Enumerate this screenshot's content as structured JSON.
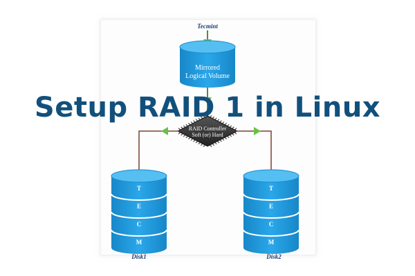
{
  "title": "Setup RAID 1 in Linux",
  "source_label": "Tecmint",
  "volume": {
    "line1": "Mirrored",
    "line2": "Logical Volume"
  },
  "controller": {
    "line1": "RAID Controller",
    "line2": "Soft (or) Hard"
  },
  "disks": [
    {
      "name": "Disk1",
      "letters": [
        "T",
        "E",
        "C",
        "M"
      ]
    },
    {
      "name": "Disk2",
      "letters": [
        "T",
        "E",
        "C",
        "M"
      ]
    }
  ],
  "colors": {
    "title": "#12507c",
    "cylinder": "#1e9be0",
    "cylinder_top": "#4db8ef",
    "arrow": "#5cb85c",
    "chip": "#333333",
    "wire": "#8a4a3a"
  }
}
